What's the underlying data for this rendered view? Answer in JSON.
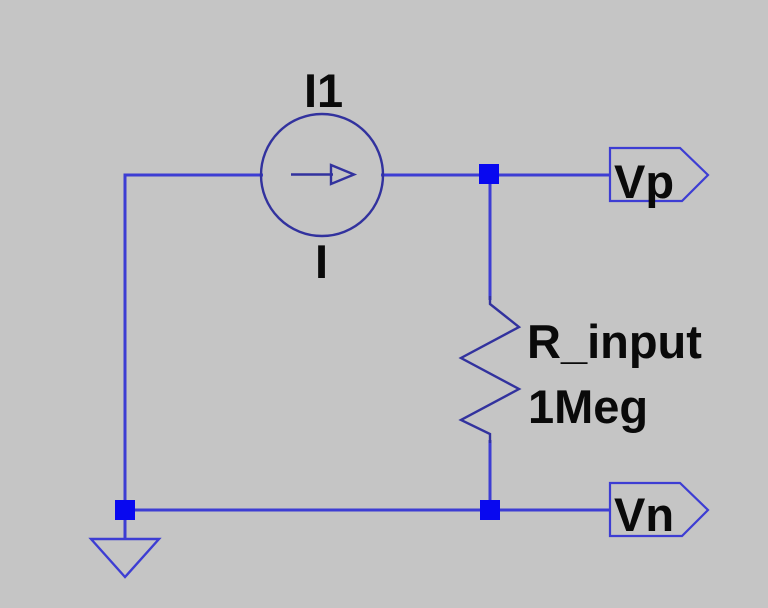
{
  "schematic": {
    "current_source": {
      "designator": "I1",
      "value": "I"
    },
    "resistor": {
      "designator": "R_input",
      "value": "1Meg"
    },
    "port_positive": {
      "label": "Vp"
    },
    "port_negative": {
      "label": "Vn"
    }
  },
  "colors": {
    "background": "#c5c5c5",
    "wire": "#3d3dd3",
    "symbol": "#32329e",
    "junction": "#0808f0",
    "text": "#0a0a0a"
  }
}
